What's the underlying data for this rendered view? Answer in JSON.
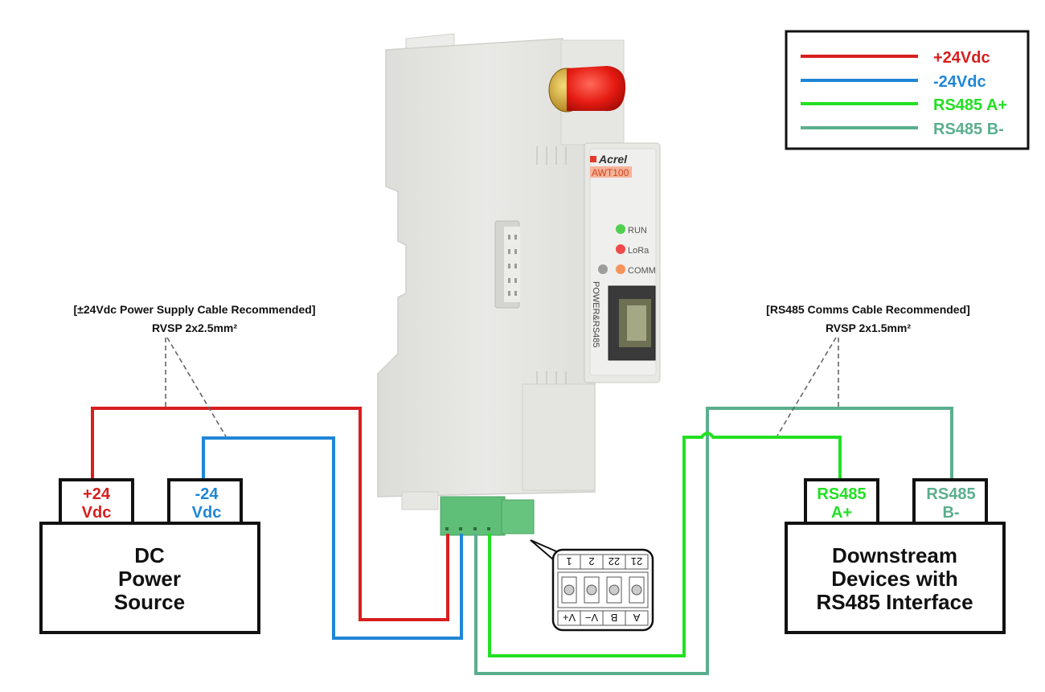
{
  "legend": {
    "items": [
      {
        "label": "+24Vdc",
        "color": "#d81e1e"
      },
      {
        "label": "-24Vdc",
        "color": "#1f86d6"
      },
      {
        "label": "RS485 A+",
        "color": "#22e022"
      },
      {
        "label": "RS485 B-",
        "color": "#5aae8e"
      }
    ]
  },
  "power_note": {
    "line1": "[±24Vdc Power Supply Cable Recommended]",
    "line2": "RVSP 2x2.5mm²"
  },
  "comms_note": {
    "line1": "[RS485 Comms Cable Recommended]",
    "line2": "RVSP 2x1.5mm²"
  },
  "dc_source": {
    "title_lines": [
      "DC",
      "Power",
      "Source"
    ],
    "terminal_pos": [
      "+24",
      "Vdc"
    ],
    "terminal_neg": [
      "-24",
      "Vdc"
    ]
  },
  "downstream": {
    "title_lines": [
      "Downstream",
      "Devices with",
      "RS485 Interface"
    ],
    "terminal_a": [
      "RS485",
      "A+"
    ],
    "terminal_b": [
      "RS485",
      "B-"
    ]
  },
  "device": {
    "brand": "Acrel",
    "model": "AWT100",
    "leds": [
      {
        "label": "RUN",
        "color": "#4fd04f"
      },
      {
        "label": "LoRa",
        "color": "#f04a4a"
      },
      {
        "label": "COMM",
        "color": "#f6945a"
      }
    ],
    "port_label": "POWER&RS485"
  },
  "terminal_callout": {
    "numbers": [
      "1",
      "2",
      "22",
      "21"
    ],
    "signals": [
      "V+",
      "V−",
      "B",
      "A"
    ]
  }
}
